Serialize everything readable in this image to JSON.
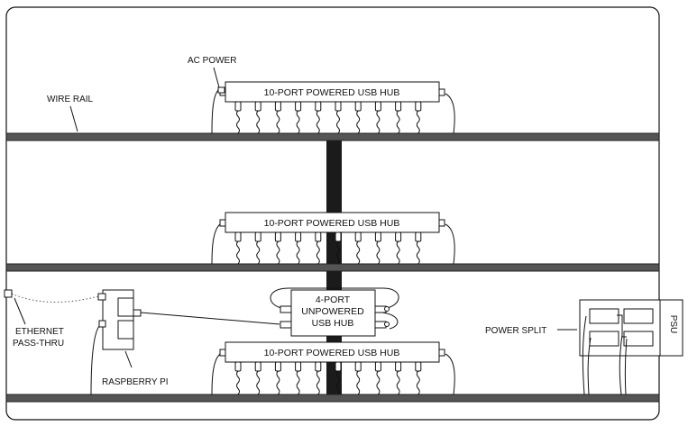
{
  "labels": {
    "ac_power": "AC POWER",
    "wire_rail": "WIRE RAIL",
    "ethernet_line1": "ETHERNET",
    "ethernet_line2": "PASS-THRU",
    "raspberry_pi": "RASPBERRY PI",
    "power_split": "POWER SPLIT",
    "psu": "PSU"
  },
  "hubs": {
    "top": "10-PORT POWERED USB HUB",
    "middle": "10-PORT POWERED USB HUB",
    "bottom": "10-PORT POWERED USB HUB",
    "unpowered_line1": "4-PORT",
    "unpowered_line2": "UNPOWERED",
    "unpowered_line3": "USB HUB"
  },
  "ports_per_hub": 10
}
